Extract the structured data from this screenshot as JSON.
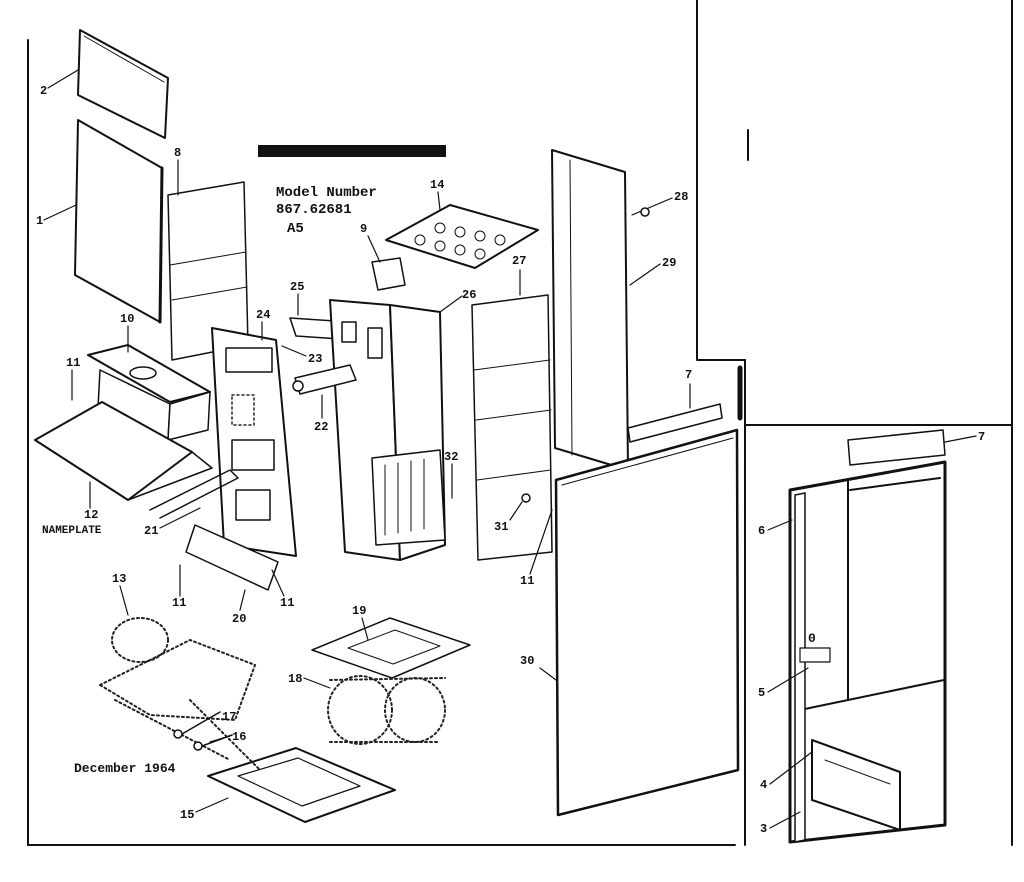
{
  "header": {
    "model_label": "Model Number",
    "model_number": "867.62681",
    "model_suffix": "A5",
    "date": "December 1964",
    "nameplate_label": "NAMEPLATE"
  },
  "callouts": [
    "1",
    "2",
    "3",
    "4",
    "5",
    "6",
    "7",
    "8",
    "9",
    "10",
    "11",
    "12",
    "13",
    "14",
    "15",
    "16",
    "17",
    "18",
    "19",
    "20",
    "21",
    "22",
    "23",
    "24",
    "25",
    "26",
    "27",
    "28",
    "29",
    "30",
    "31",
    "32"
  ],
  "colors": {
    "ink": "#111111",
    "paper": "#ffffff"
  }
}
